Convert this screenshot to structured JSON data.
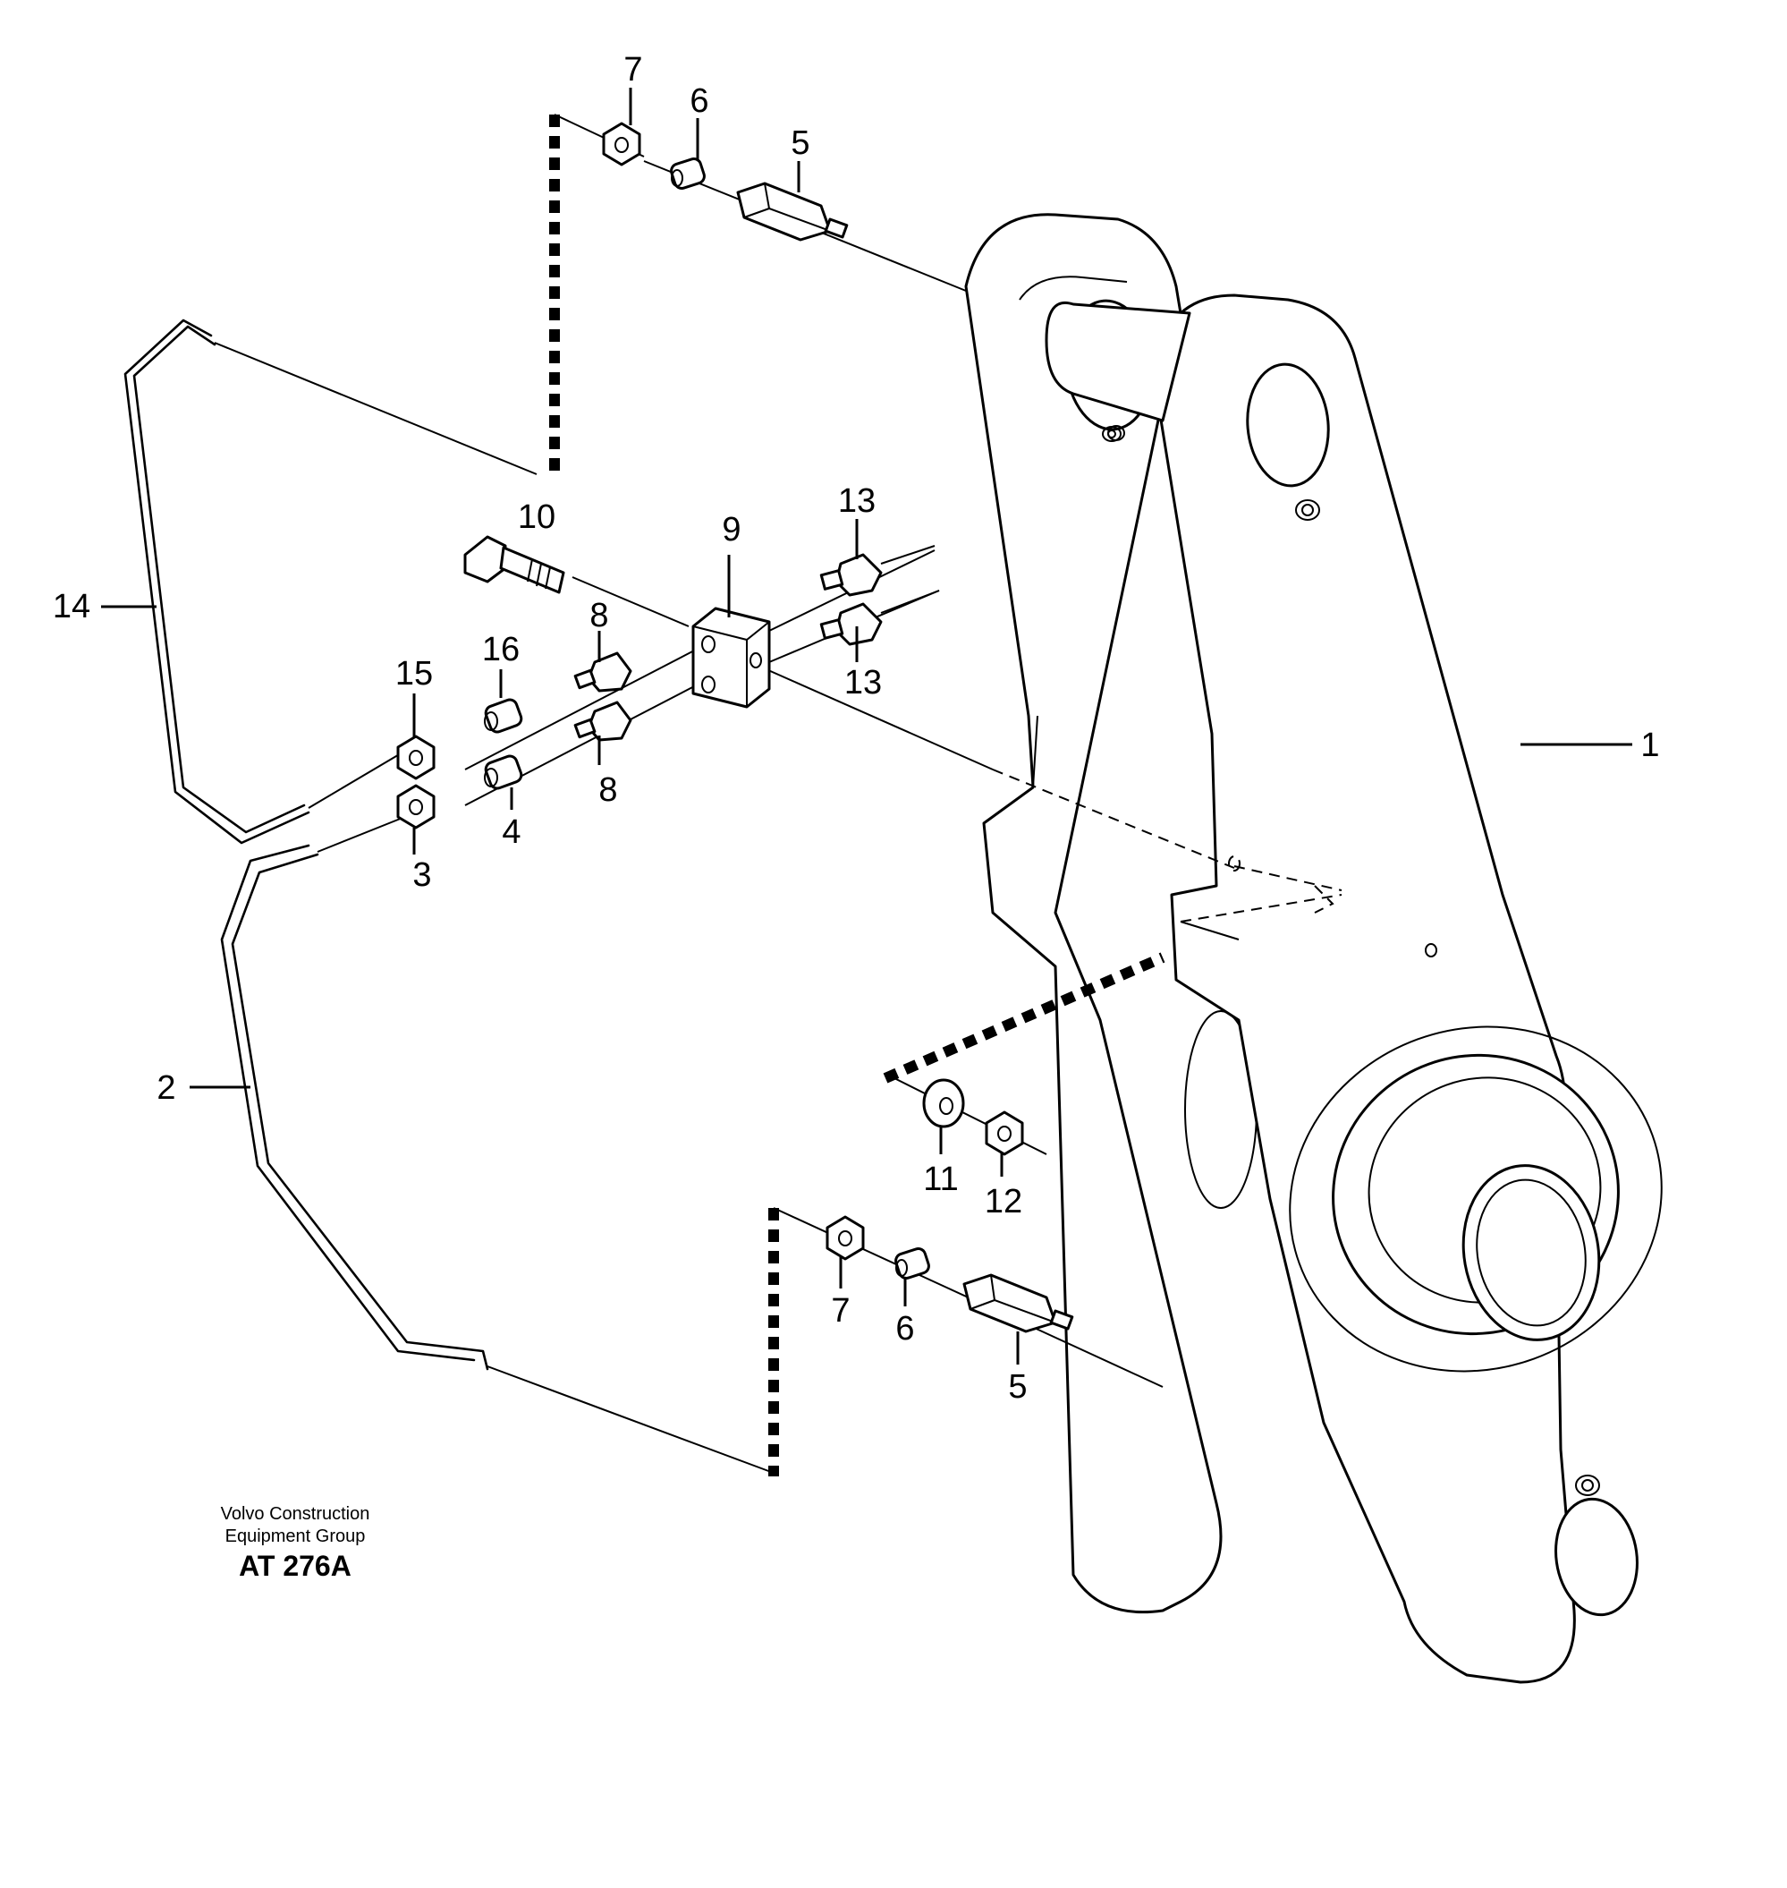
{
  "diagram": {
    "callouts": {
      "c1": "1",
      "c2": "2",
      "c3": "3",
      "c4": "4",
      "c5a": "5",
      "c5b": "5",
      "c6a": "6",
      "c6b": "6",
      "c7a": "7",
      "c7b": "7",
      "c8a": "8",
      "c8b": "8",
      "c9": "9",
      "c10": "10",
      "c11": "11",
      "c12": "12",
      "c13a": "13",
      "c13b": "13",
      "c14": "14",
      "c15": "15",
      "c16": "16"
    },
    "caption": {
      "line1": "Volvo Construction",
      "line2": "Equipment Group",
      "code": "AT 276A"
    }
  }
}
